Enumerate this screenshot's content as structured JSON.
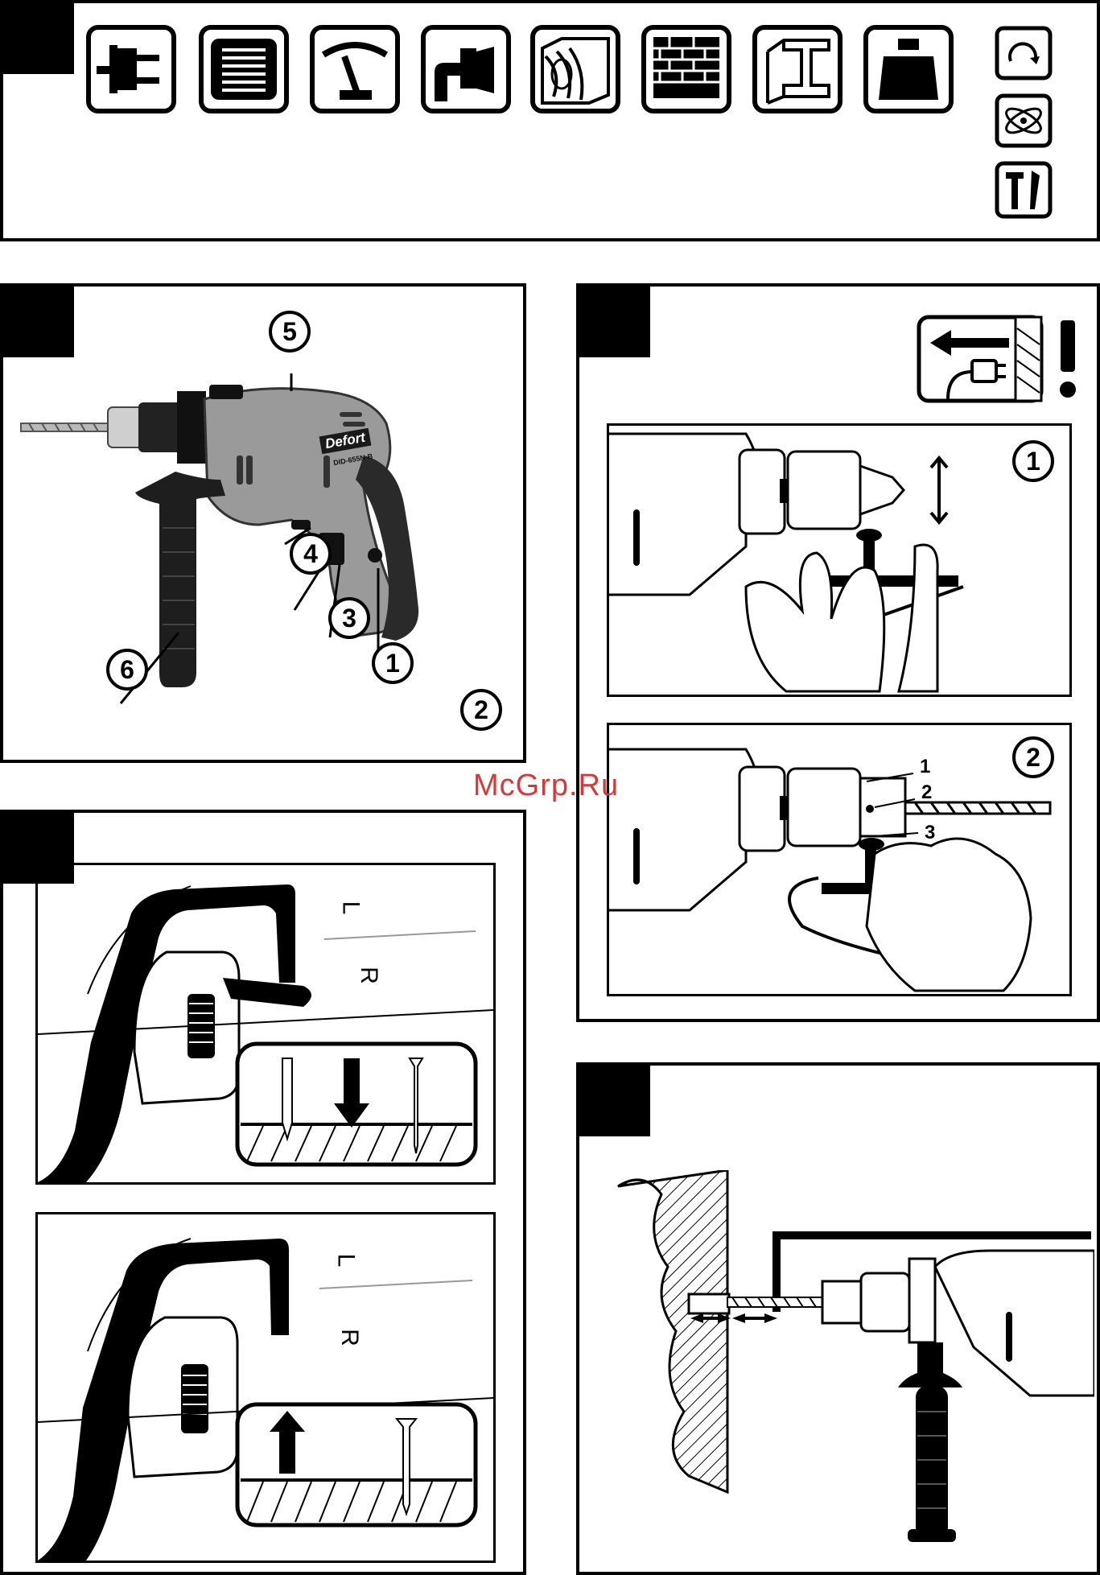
{
  "watermark": "McGrp.Ru",
  "panel_a": {
    "icons": [
      "power-plug-icon",
      "motor-icon",
      "gauge-icon",
      "drill-chuck-icon",
      "wood-icon",
      "brick-wall-icon",
      "steel-beam-icon",
      "weight-icon",
      "rotation-icon",
      "impact-icon",
      "tools-icon"
    ]
  },
  "panel_b": {
    "brand": "Defort",
    "model": "DID-655N-B",
    "callouts": [
      "5",
      "4",
      "3",
      "1",
      "6",
      "2"
    ]
  },
  "panel_c": {
    "step1": "1",
    "step2": "2",
    "parts": [
      "1",
      "2",
      "3"
    ]
  },
  "panel_d": {
    "top_dir_l": "L",
    "top_dir_r": "R",
    "bottom_dir_l": "L",
    "bottom_dir_r": "R"
  },
  "colors": {
    "line": "#000000",
    "body_gray": "#9a9a9a",
    "watermark": "#d43a3a"
  }
}
